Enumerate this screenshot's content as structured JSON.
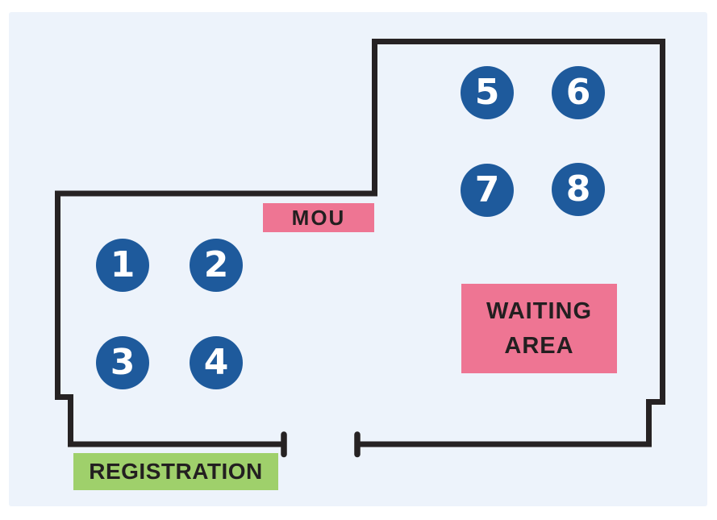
{
  "diagram": {
    "type": "floor-plan-seating",
    "seats": [
      {
        "id": "seat-1",
        "label": "1",
        "room": "left"
      },
      {
        "id": "seat-2",
        "label": "2",
        "room": "left"
      },
      {
        "id": "seat-3",
        "label": "3",
        "room": "left"
      },
      {
        "id": "seat-4",
        "label": "4",
        "room": "left"
      },
      {
        "id": "seat-5",
        "label": "5",
        "room": "right"
      },
      {
        "id": "seat-6",
        "label": "6",
        "room": "right"
      },
      {
        "id": "seat-7",
        "label": "7",
        "room": "right"
      },
      {
        "id": "seat-8",
        "label": "8",
        "room": "right"
      }
    ],
    "areas": {
      "mou": {
        "label": "MOU"
      },
      "waiting": {
        "line1": "WAITING",
        "line2": "AREA"
      },
      "registration": {
        "label": "REGISTRATION"
      }
    },
    "colors": {
      "panel_background": "#edf3fb",
      "page_background": "#ffffff",
      "wall": "#262223",
      "seat_fill": "#1e5a9c",
      "seat_number": "#ffffff",
      "mou_fill": "#ee7593",
      "waiting_fill": "#ee7593",
      "registration_fill": "#9fd06b",
      "label_text": "#231f20"
    }
  }
}
